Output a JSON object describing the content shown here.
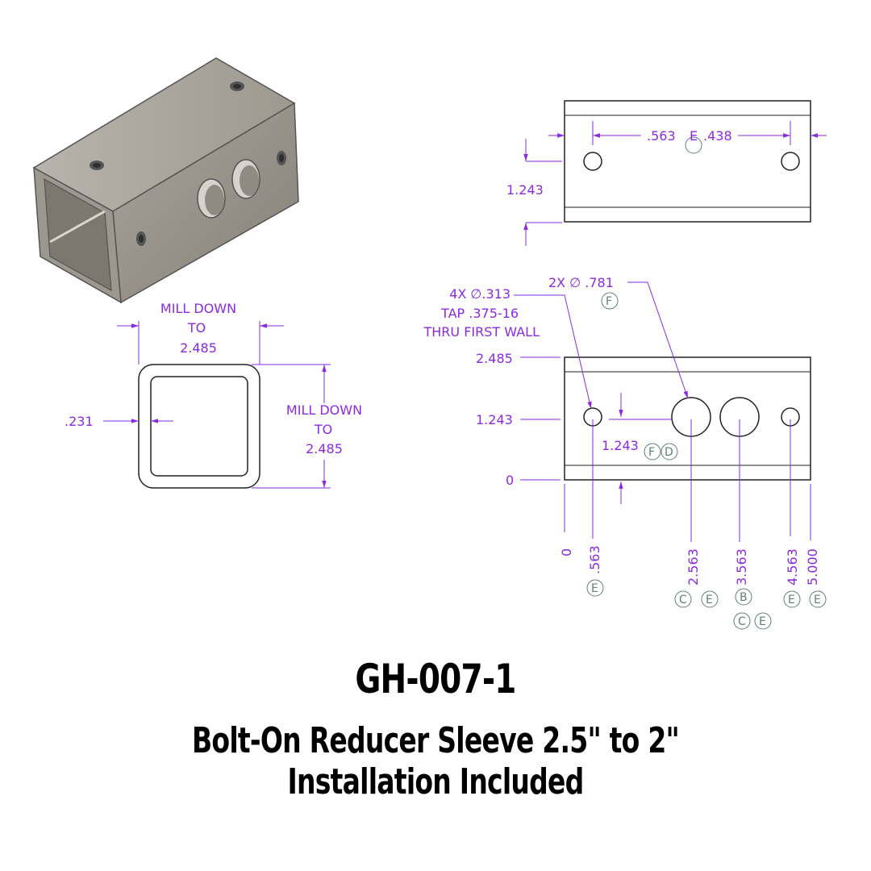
{
  "colors": {
    "dimension": "#8a2be2",
    "part_outline": "#222222",
    "datum_circle": "#5f7f7a",
    "steel": "#8f8a82"
  },
  "part_number": "GH-007-1",
  "title": "Bolt-On Reducer Sleeve 2.5\" to 2\" Installation Included",
  "top_view": {
    "dim_left": ".563",
    "datum": "E",
    "dim_right": ".438",
    "height": "1.243"
  },
  "end_view": {
    "width_note": [
      "MILL DOWN",
      "TO",
      "2.485"
    ],
    "height_note": [
      "MILL DOWN",
      "TO",
      "2.485"
    ],
    "wall": ".231"
  },
  "side_view": {
    "hole_callout_small": [
      "4X ∅.313",
      "TAP .375-16",
      "THRU FIRST WALL"
    ],
    "hole_callout_large": "2X ∅ .781",
    "large_hole_datum": "F",
    "y_labels": [
      "2.485",
      "1.243",
      "0"
    ],
    "center_dim": "1.243",
    "center_datums": [
      "F",
      "D"
    ],
    "x_labels": [
      "0",
      ".563",
      "2.563",
      "3.563",
      "4.563",
      "5.000"
    ],
    "x_datums": {
      "d563": [
        "E"
      ],
      "d2563": [
        "C",
        "E"
      ],
      "d3563_top": [
        "B"
      ],
      "d3563_bottom": [
        "C",
        "E"
      ],
      "d4563": [
        "E"
      ],
      "d5000": [
        "E"
      ]
    }
  }
}
